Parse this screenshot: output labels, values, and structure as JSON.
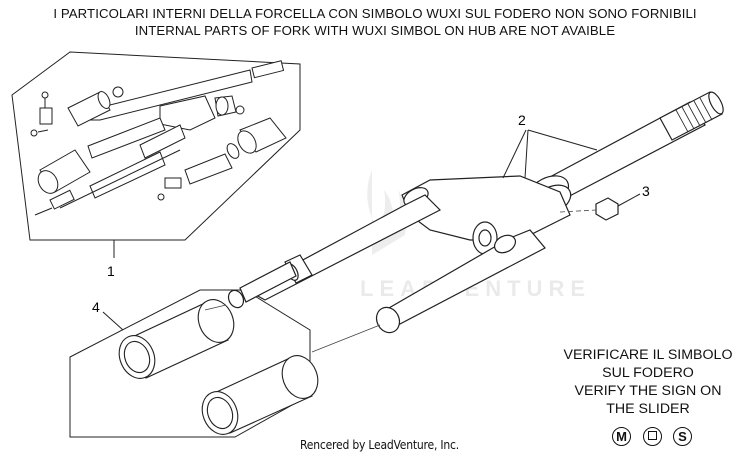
{
  "header": {
    "line1": "I PARTICOLARI INTERNI DELLA FORCELLA CON SIMBOLO WUXI SUL FODERO NON SONO FORNIBILI",
    "line2": "INTERNAL PARTS OF FORK WITH WUXI SIMBOL ON HUB ARE NOT AVAIBLE"
  },
  "callouts": {
    "c1": "1",
    "c2": "2",
    "c3": "3",
    "c4": "4"
  },
  "watermark": "LEADVENTURE",
  "note": {
    "line1": "VERIFICARE IL SIMBOLO",
    "line2": "SUL FODERO",
    "line3": "VERIFY THE SIGN ON",
    "line4": "THE SLIDER"
  },
  "symbols": {
    "m": "M",
    "s": "S"
  },
  "footer": "Rencered by LeadVenture, Inc."
}
